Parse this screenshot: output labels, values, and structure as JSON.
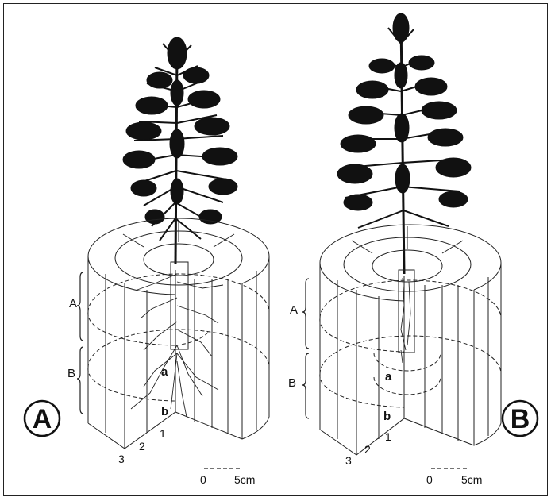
{
  "panels": [
    {
      "id": "A",
      "badge": "A",
      "depth_labels": [
        "A",
        "B"
      ],
      "point_labels": [
        "a",
        "b"
      ],
      "ring_numbers": [
        "1",
        "2",
        "3"
      ],
      "scale_start": "0",
      "scale_end": "5cm"
    },
    {
      "id": "B",
      "badge": "B",
      "depth_labels": [
        "A",
        "B"
      ],
      "point_labels": [
        "a",
        "b"
      ],
      "ring_numbers": [
        "1",
        "2",
        "3"
      ],
      "scale_start": "0",
      "scale_end": "5cm"
    }
  ],
  "colors": {
    "ink": "#111111",
    "background": "#ffffff"
  },
  "icons": [
    "seedling-illustration",
    "soil-cylinder-illustration",
    "root-system-illustration"
  ]
}
